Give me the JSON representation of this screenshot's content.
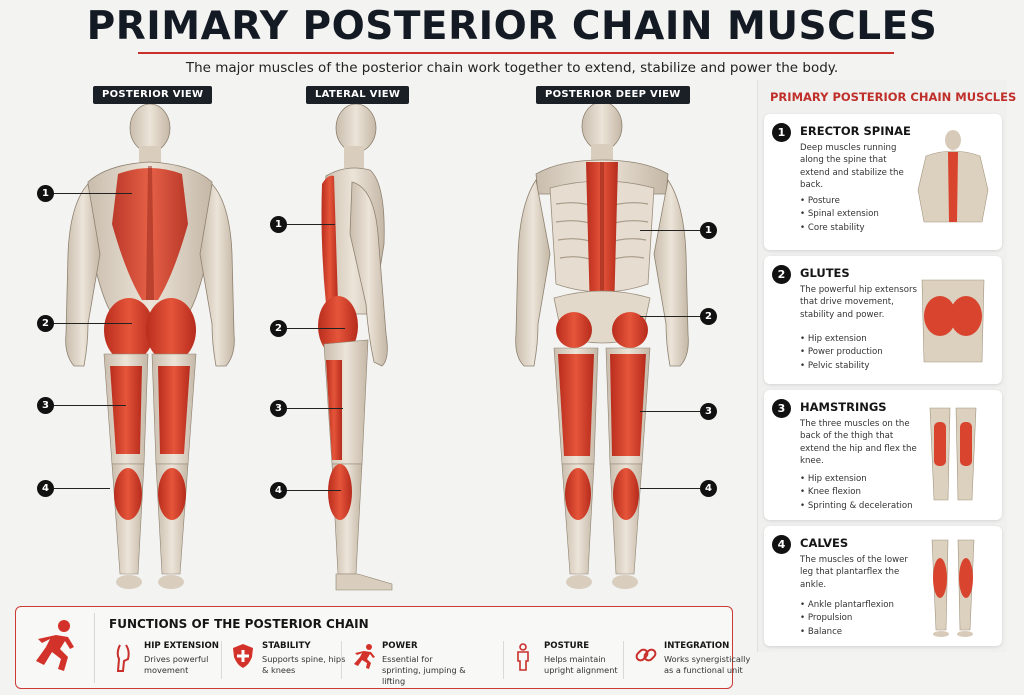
{
  "header": {
    "title": "PRIMARY POSTERIOR CHAIN MUSCLES",
    "subtitle": "The major muscles of the posterior chain work together to extend, stabilize and power the body."
  },
  "views": [
    {
      "label": "POSTERIOR VIEW"
    },
    {
      "label": "LATERAL VIEW"
    },
    {
      "label": "POSTERIOR DEEP VIEW"
    }
  ],
  "callouts": [
    "1",
    "2",
    "3",
    "4"
  ],
  "colors": {
    "accent": "#c9302c",
    "muscle": "#d8442e",
    "skin": "#dcd2c4",
    "dark": "#1b1f26"
  },
  "panel": {
    "title": "PRIMARY POSTERIOR CHAIN MUSCLES",
    "cards": [
      {
        "number": "1",
        "name": "ERECTOR SPINAE",
        "description": "Deep muscles running along the spine that extend and stabilize the back.",
        "bullets": [
          "Posture",
          "Spinal extension",
          "Core stability"
        ],
        "thumb_icon": "back-muscles-thumbnail"
      },
      {
        "number": "2",
        "name": "GLUTES",
        "description": "The powerful hip extensors that drive movement, stability and power.",
        "bullets": [
          "Hip extension",
          "Power production",
          "Pelvic stability"
        ],
        "thumb_icon": "glutes-thumbnail"
      },
      {
        "number": "3",
        "name": "HAMSTRINGS",
        "description": "The three muscles on the back of the thigh that extend the hip and flex the knee.",
        "bullets": [
          "Hip extension",
          "Knee flexion",
          "Sprinting & deceleration"
        ],
        "thumb_icon": "hamstrings-thumbnail"
      },
      {
        "number": "4",
        "name": "CALVES",
        "description": "The muscles of the lower leg that plantarflex the ankle.",
        "bullets": [
          "Ankle plantarflexion",
          "Propulsion",
          "Balance"
        ],
        "thumb_icon": "calves-thumbnail"
      }
    ]
  },
  "functions": {
    "title": "FUNCTIONS OF THE POSTERIOR CHAIN",
    "items": [
      {
        "name": "HIP EXTENSION",
        "description": "Drives powerful movement",
        "icon": "hip-icon"
      },
      {
        "name": "STABILITY",
        "description": "Supports spine, hips & knees",
        "icon": "shield-icon"
      },
      {
        "name": "POWER",
        "description": "Essential for sprinting, jumping & lifting",
        "icon": "runner-icon"
      },
      {
        "name": "POSTURE",
        "description": "Helps maintain upright alignment",
        "icon": "person-icon"
      },
      {
        "name": "INTEGRATION",
        "description": "Works synergistically as a functional unit",
        "icon": "chain-link-icon"
      }
    ]
  }
}
